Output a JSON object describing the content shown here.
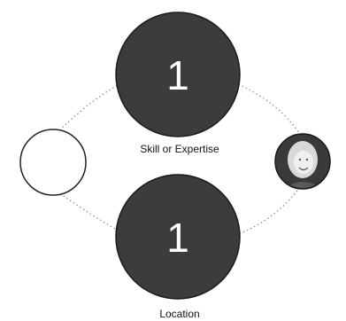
{
  "diagram": {
    "nodes": [
      {
        "id": "skill",
        "number": "1",
        "label": "Skill or Expertise"
      },
      {
        "id": "location",
        "number": "1",
        "label": "Location"
      }
    ],
    "left_node": {
      "label": ""
    },
    "right_node": {
      "label": "",
      "icon": "person-photo-icon"
    },
    "colors": {
      "badge_fill": "#3c3c3c",
      "connector": "#8a8a8a",
      "empty_node_stroke": "#222222"
    }
  }
}
